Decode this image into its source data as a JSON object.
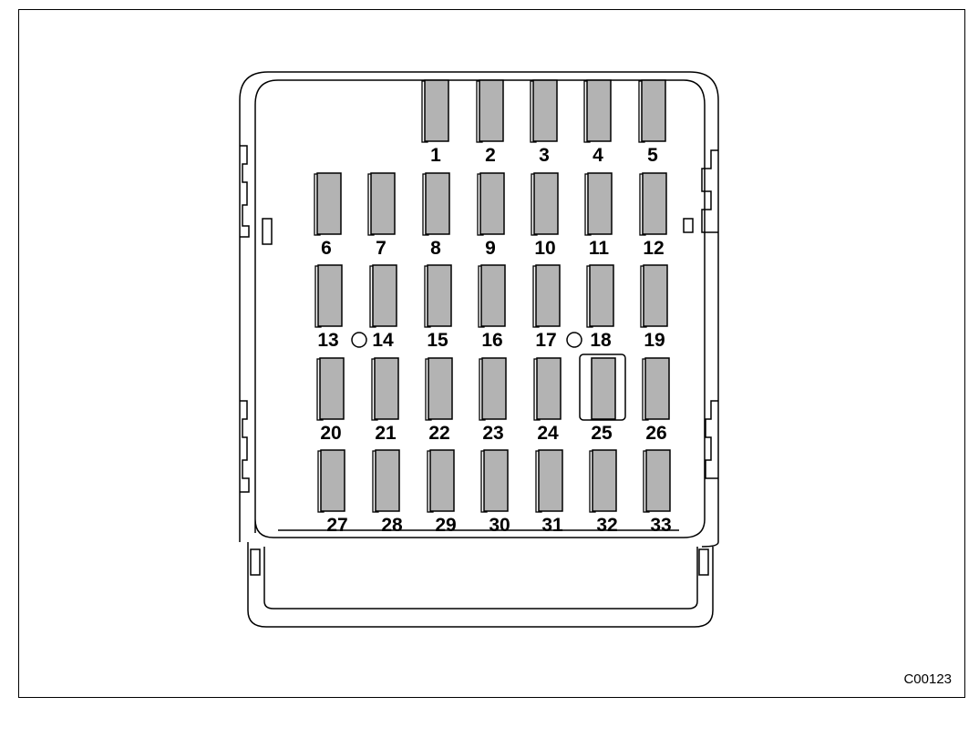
{
  "diagram": {
    "figure_code": "C00123",
    "fuse_color": "#b3b3b3",
    "fuses": [
      {
        "label": "1"
      },
      {
        "label": "2"
      },
      {
        "label": "3"
      },
      {
        "label": "4"
      },
      {
        "label": "5"
      },
      {
        "label": "6"
      },
      {
        "label": "7"
      },
      {
        "label": "8"
      },
      {
        "label": "9"
      },
      {
        "label": "10"
      },
      {
        "label": "11"
      },
      {
        "label": "12"
      },
      {
        "label": "13"
      },
      {
        "label": "14"
      },
      {
        "label": "15"
      },
      {
        "label": "16"
      },
      {
        "label": "17"
      },
      {
        "label": "18"
      },
      {
        "label": "19"
      },
      {
        "label": "20"
      },
      {
        "label": "21"
      },
      {
        "label": "22"
      },
      {
        "label": "23"
      },
      {
        "label": "24"
      },
      {
        "label": "25"
      },
      {
        "label": "26"
      },
      {
        "label": "27"
      },
      {
        "label": "28"
      },
      {
        "label": "29"
      },
      {
        "label": "30"
      },
      {
        "label": "31"
      },
      {
        "label": "32"
      },
      {
        "label": "33"
      }
    ]
  }
}
